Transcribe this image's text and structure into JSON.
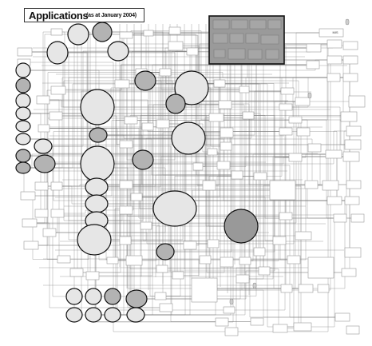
{
  "title": {
    "main": "Applications",
    "sub": "(as at January 2004)"
  },
  "small_box_label": "MIS",
  "colors": {
    "light_fill": "#e6e6e6",
    "mid_fill": "#b3b3b3",
    "dark_fill": "#999999",
    "highlight_region": "#9a9a9a",
    "line": "#777777",
    "box_stroke": "#9a9a9a"
  }
}
